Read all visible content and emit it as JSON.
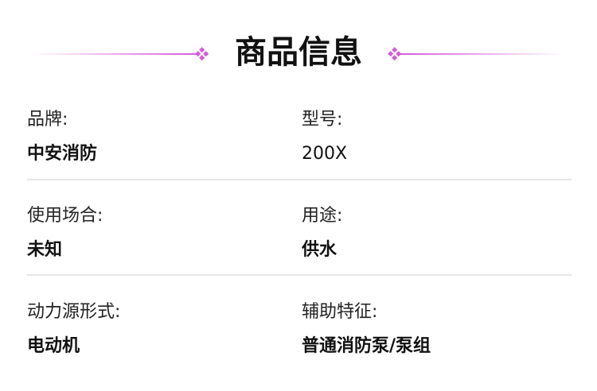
{
  "header": {
    "title": "商品信息",
    "accent_color": "#d65ad9"
  },
  "rows": [
    {
      "left": {
        "label": "品牌:",
        "value": "中安消防"
      },
      "right": {
        "label": "型号:",
        "value": "200X"
      }
    },
    {
      "left": {
        "label": "使用场合:",
        "value": "未知"
      },
      "right": {
        "label": "用途:",
        "value": "供水"
      }
    },
    {
      "left": {
        "label": "动力源形式:",
        "value": "电动机"
      },
      "right": {
        "label": "辅助特征:",
        "value": "普通消防泵/泵组"
      }
    }
  ]
}
